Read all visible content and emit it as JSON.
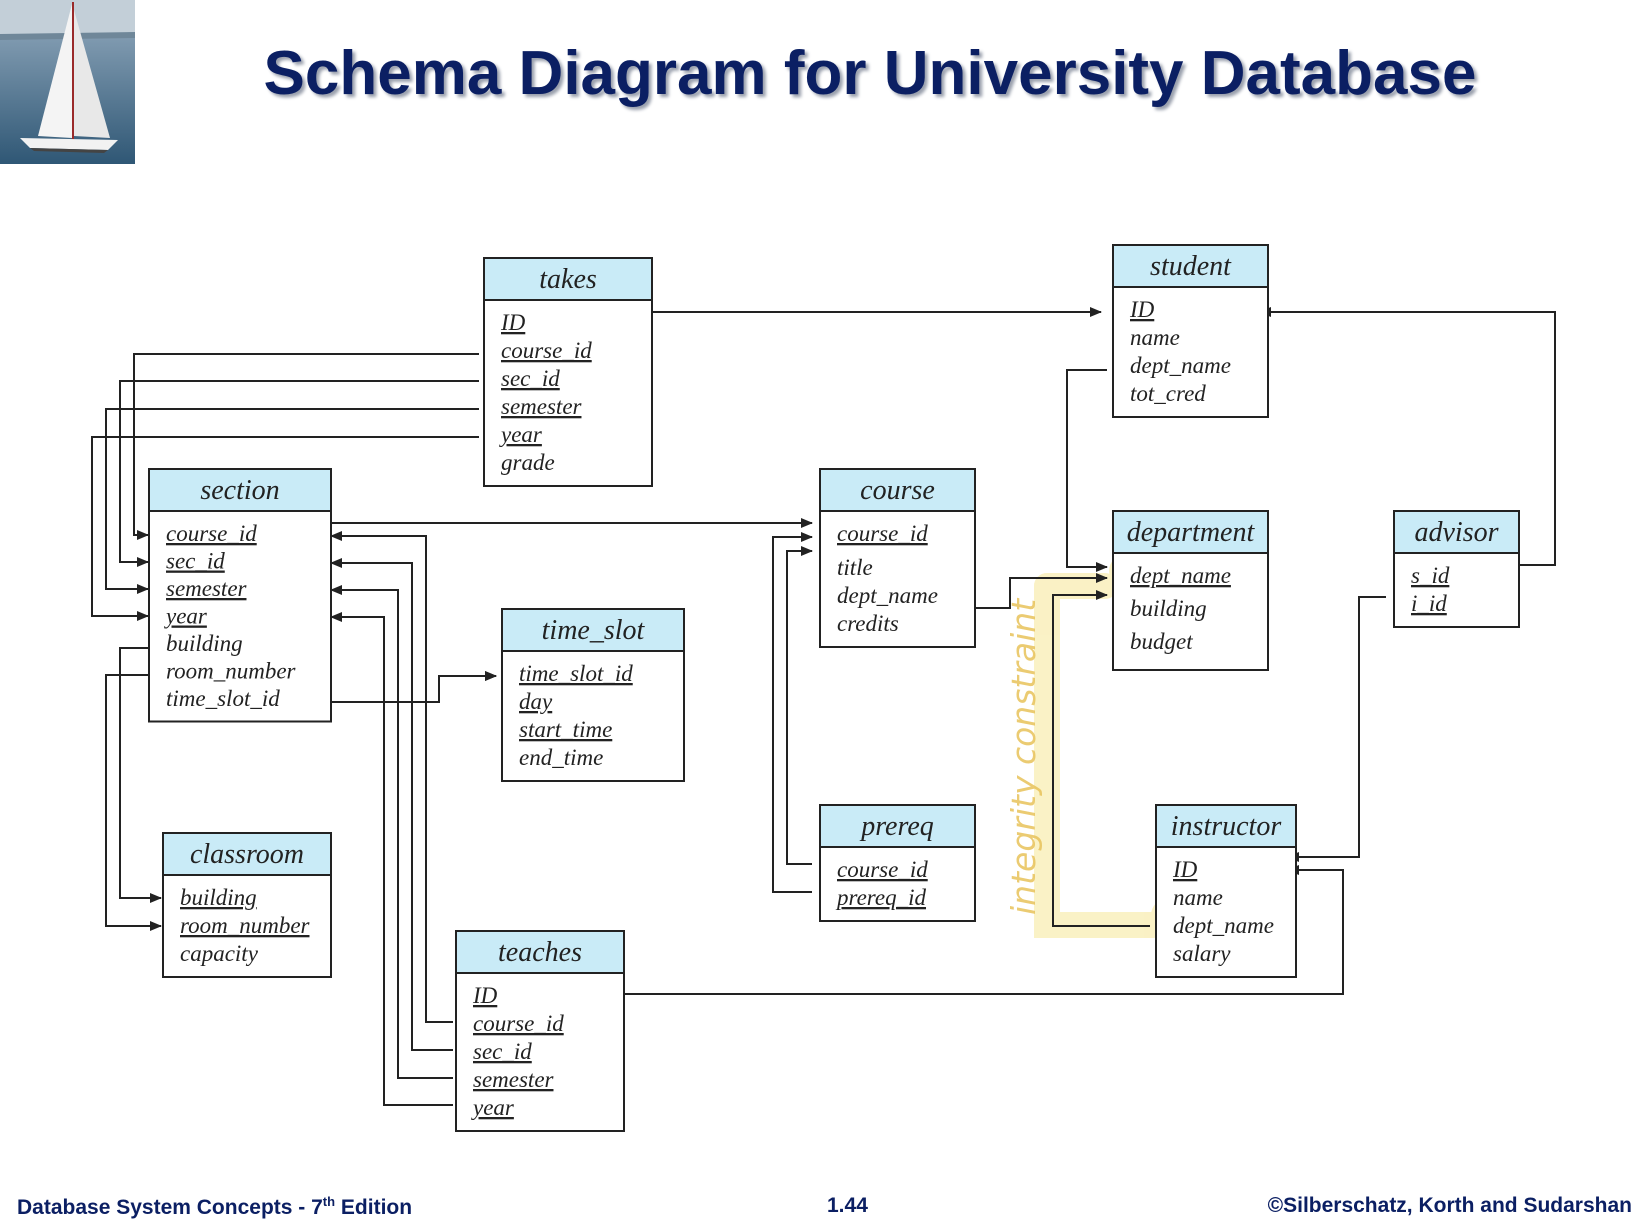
{
  "title": "Schema Diagram for University Database",
  "footer": {
    "book": "Database System Concepts - 7",
    "edition_sup": "th",
    "edition_word": " Edition",
    "page": "1.44",
    "copyright": "©Silberschatz, Korth and Sudarshan"
  },
  "annotation": "integrity constraint",
  "colors": {
    "header": "#c9ebf7",
    "highlight": "#f7e9a0",
    "title": "#0b1f63"
  },
  "tables": {
    "takes": {
      "name": "takes",
      "attrs": [
        "ID",
        "course_id",
        "sec_id",
        "semester",
        "year",
        "grade"
      ]
    },
    "student": {
      "name": "student",
      "attrs": [
        "ID",
        "name",
        "dept_name",
        "tot_cred"
      ]
    },
    "section": {
      "name": "section",
      "attrs": [
        "course_id",
        "sec_id",
        "semester",
        "year",
        "building",
        "room_number",
        "time_slot_id"
      ]
    },
    "course": {
      "name": "course",
      "attrs": [
        "course_id",
        "title",
        "dept_name",
        "credits"
      ]
    },
    "department": {
      "name": "department",
      "attrs": [
        "dept_name",
        "building",
        "budget"
      ]
    },
    "advisor": {
      "name": "advisor",
      "attrs": [
        "s_id",
        "i_id"
      ]
    },
    "time_slot": {
      "name": "time_slot",
      "attrs": [
        "time_slot_id",
        "day",
        "start_time",
        "end_time"
      ]
    },
    "prereq": {
      "name": "prereq",
      "attrs": [
        "course_id",
        "prereq_id"
      ]
    },
    "instructor": {
      "name": "instructor",
      "attrs": [
        "ID",
        "name",
        "dept_name",
        "salary"
      ]
    },
    "classroom": {
      "name": "classroom",
      "attrs": [
        "building",
        "room_number",
        "capacity"
      ]
    },
    "teaches": {
      "name": "teaches",
      "attrs": [
        "ID",
        "course_id",
        "sec_id",
        "semester",
        "year"
      ]
    }
  }
}
